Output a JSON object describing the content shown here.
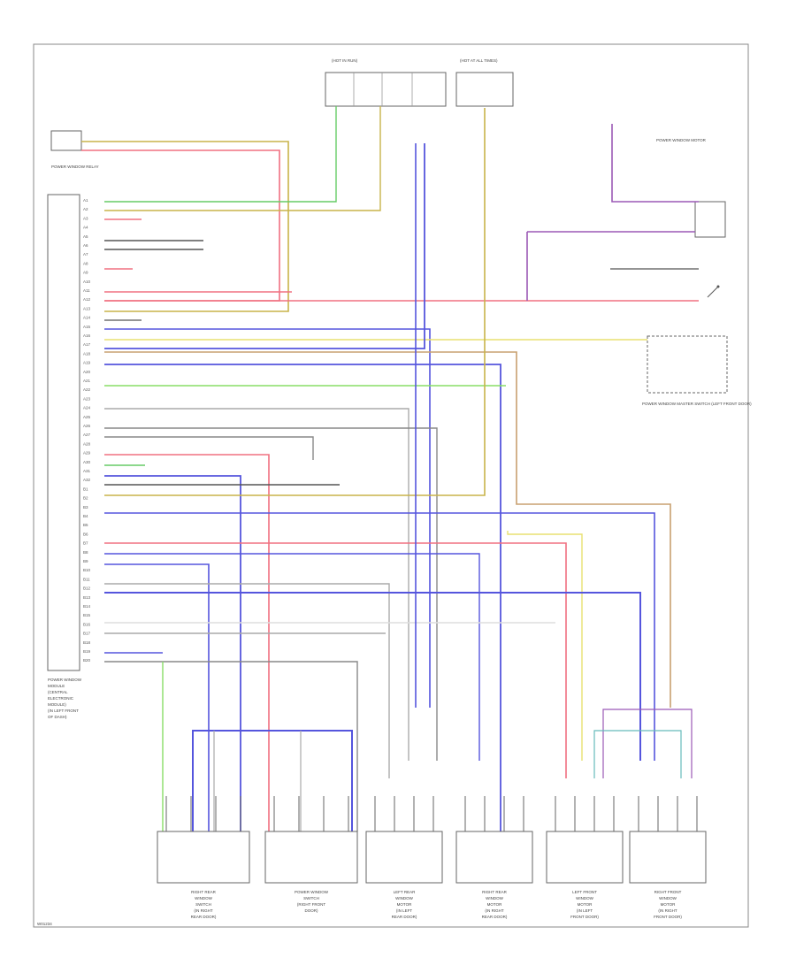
{
  "diagram": {
    "module_label_lines": [
      "POWER WINDOW",
      "MODULE",
      "(CENTRAL",
      "ELECTRONIC",
      "MODULE)",
      "(IN LEFT FRONT",
      "OF DASH)"
    ],
    "top_left_connector_label": "POWER WINDOW RELAY",
    "top_box_1_title": "(HOT IN RUN)",
    "top_box_2_title": "(HOT AT ALL TIMES)",
    "top_right_box_label": "POWER WINDOW MOTOR",
    "switch_box_label": "POWER WINDOW MASTER SWITCH (LEFT FRONT DOOR)",
    "pin_labels": [
      "A1",
      "A2",
      "A3",
      "A4",
      "A5",
      "A6",
      "A7",
      "A8",
      "A9",
      "A10",
      "A11",
      "A12",
      "A13",
      "A14",
      "A15",
      "A16",
      "A17",
      "A18",
      "A19",
      "A20",
      "A21",
      "A22",
      "A23",
      "A24",
      "A25",
      "A26",
      "A27",
      "A28",
      "A29",
      "A30",
      "A31",
      "A32",
      "B1",
      "B2",
      "B3",
      "B4",
      "B5",
      "B6",
      "B7",
      "B8",
      "B9",
      "B10",
      "B11",
      "B12",
      "B13",
      "B14",
      "B15",
      "B16",
      "B17",
      "B18",
      "B19",
      "B20"
    ],
    "bottom_components": [
      {
        "lines": [
          "RIGHT REAR",
          "WINDOW",
          "SWITCH",
          "(IN RIGHT",
          "REAR DOOR)"
        ]
      },
      {
        "lines": [
          "POWER WINDOW",
          "SWITCH",
          "(RIGHT FRONT",
          "DOOR)"
        ]
      },
      {
        "lines": [
          "LEFT REAR",
          "WINDOW",
          "MOTOR",
          "(IN LEFT",
          "REAR DOOR)"
        ]
      },
      {
        "lines": [
          "RIGHT REAR",
          "WINDOW",
          "MOTOR",
          "(IN RIGHT",
          "REAR DOOR)"
        ]
      },
      {
        "lines": [
          "LEFT FRONT",
          "WINDOW",
          "MOTOR",
          "(IN LEFT",
          "FRONT DOOR)"
        ]
      },
      {
        "lines": [
          "RIGHT FRONT",
          "WINDOW",
          "MOTOR",
          "(IN RIGHT",
          "FRONT DOOR)"
        ]
      }
    ],
    "corner_code": "W01234"
  }
}
